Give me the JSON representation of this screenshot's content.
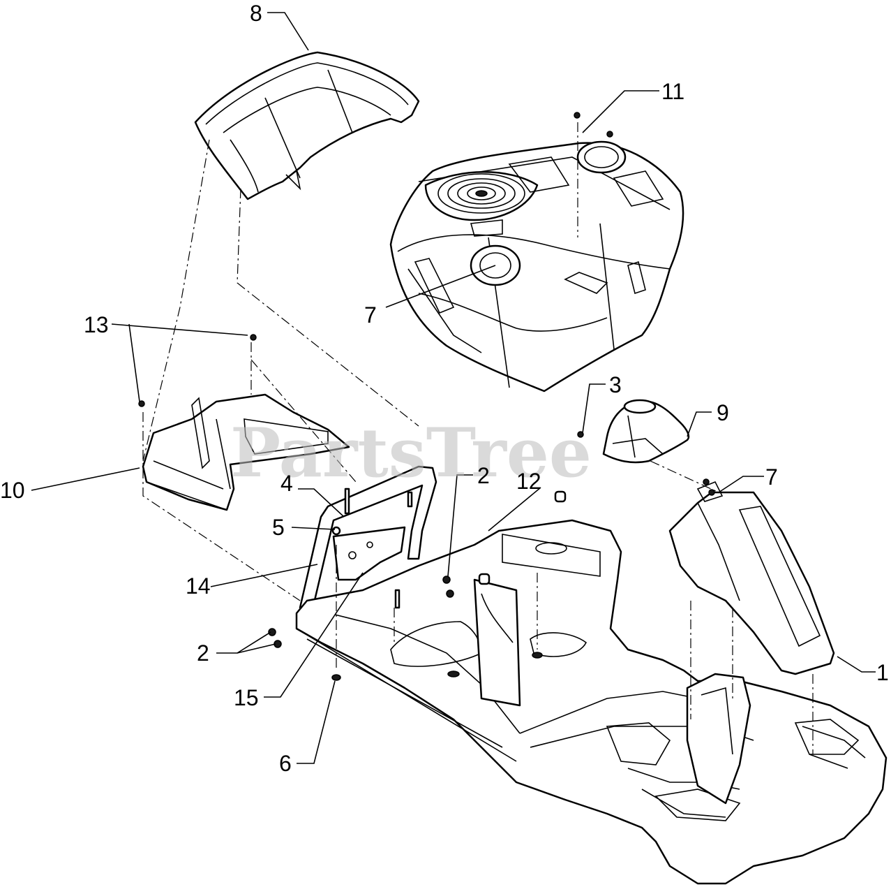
{
  "diagram": {
    "watermark": "PartsTree",
    "callouts": {
      "c1": "1",
      "c2a": "2",
      "c2b": "2",
      "c3": "3",
      "c4": "4",
      "c5": "5",
      "c6": "6",
      "c7a": "7",
      "c7b": "7",
      "c8": "8",
      "c9": "9",
      "c10": "10",
      "c11": "11",
      "c12": "12",
      "c13": "13",
      "c14": "14",
      "c15": "15"
    }
  }
}
